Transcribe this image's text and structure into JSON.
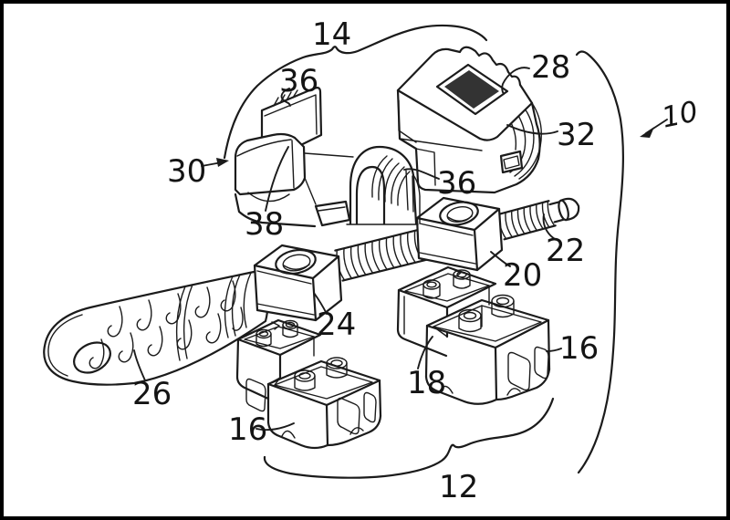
{
  "figure": {
    "kind": "patent-line-drawing",
    "subject": "exploded perspective view of fastener clamp assembly",
    "background_color": "#ffffff",
    "ink_color": "#1b1b1b",
    "window_shade_color": "#333333",
    "reference_labels": {
      "r10": "10",
      "r12": "12",
      "r14": "14",
      "r16_left": "16",
      "r16_right": "16",
      "r18": "18",
      "r20": "20",
      "r22": "22",
      "r24": "24",
      "r26": "26",
      "r28": "28",
      "r30": "30",
      "r32": "32",
      "r36_top": "36",
      "r36_right": "36",
      "r38": "38"
    }
  }
}
